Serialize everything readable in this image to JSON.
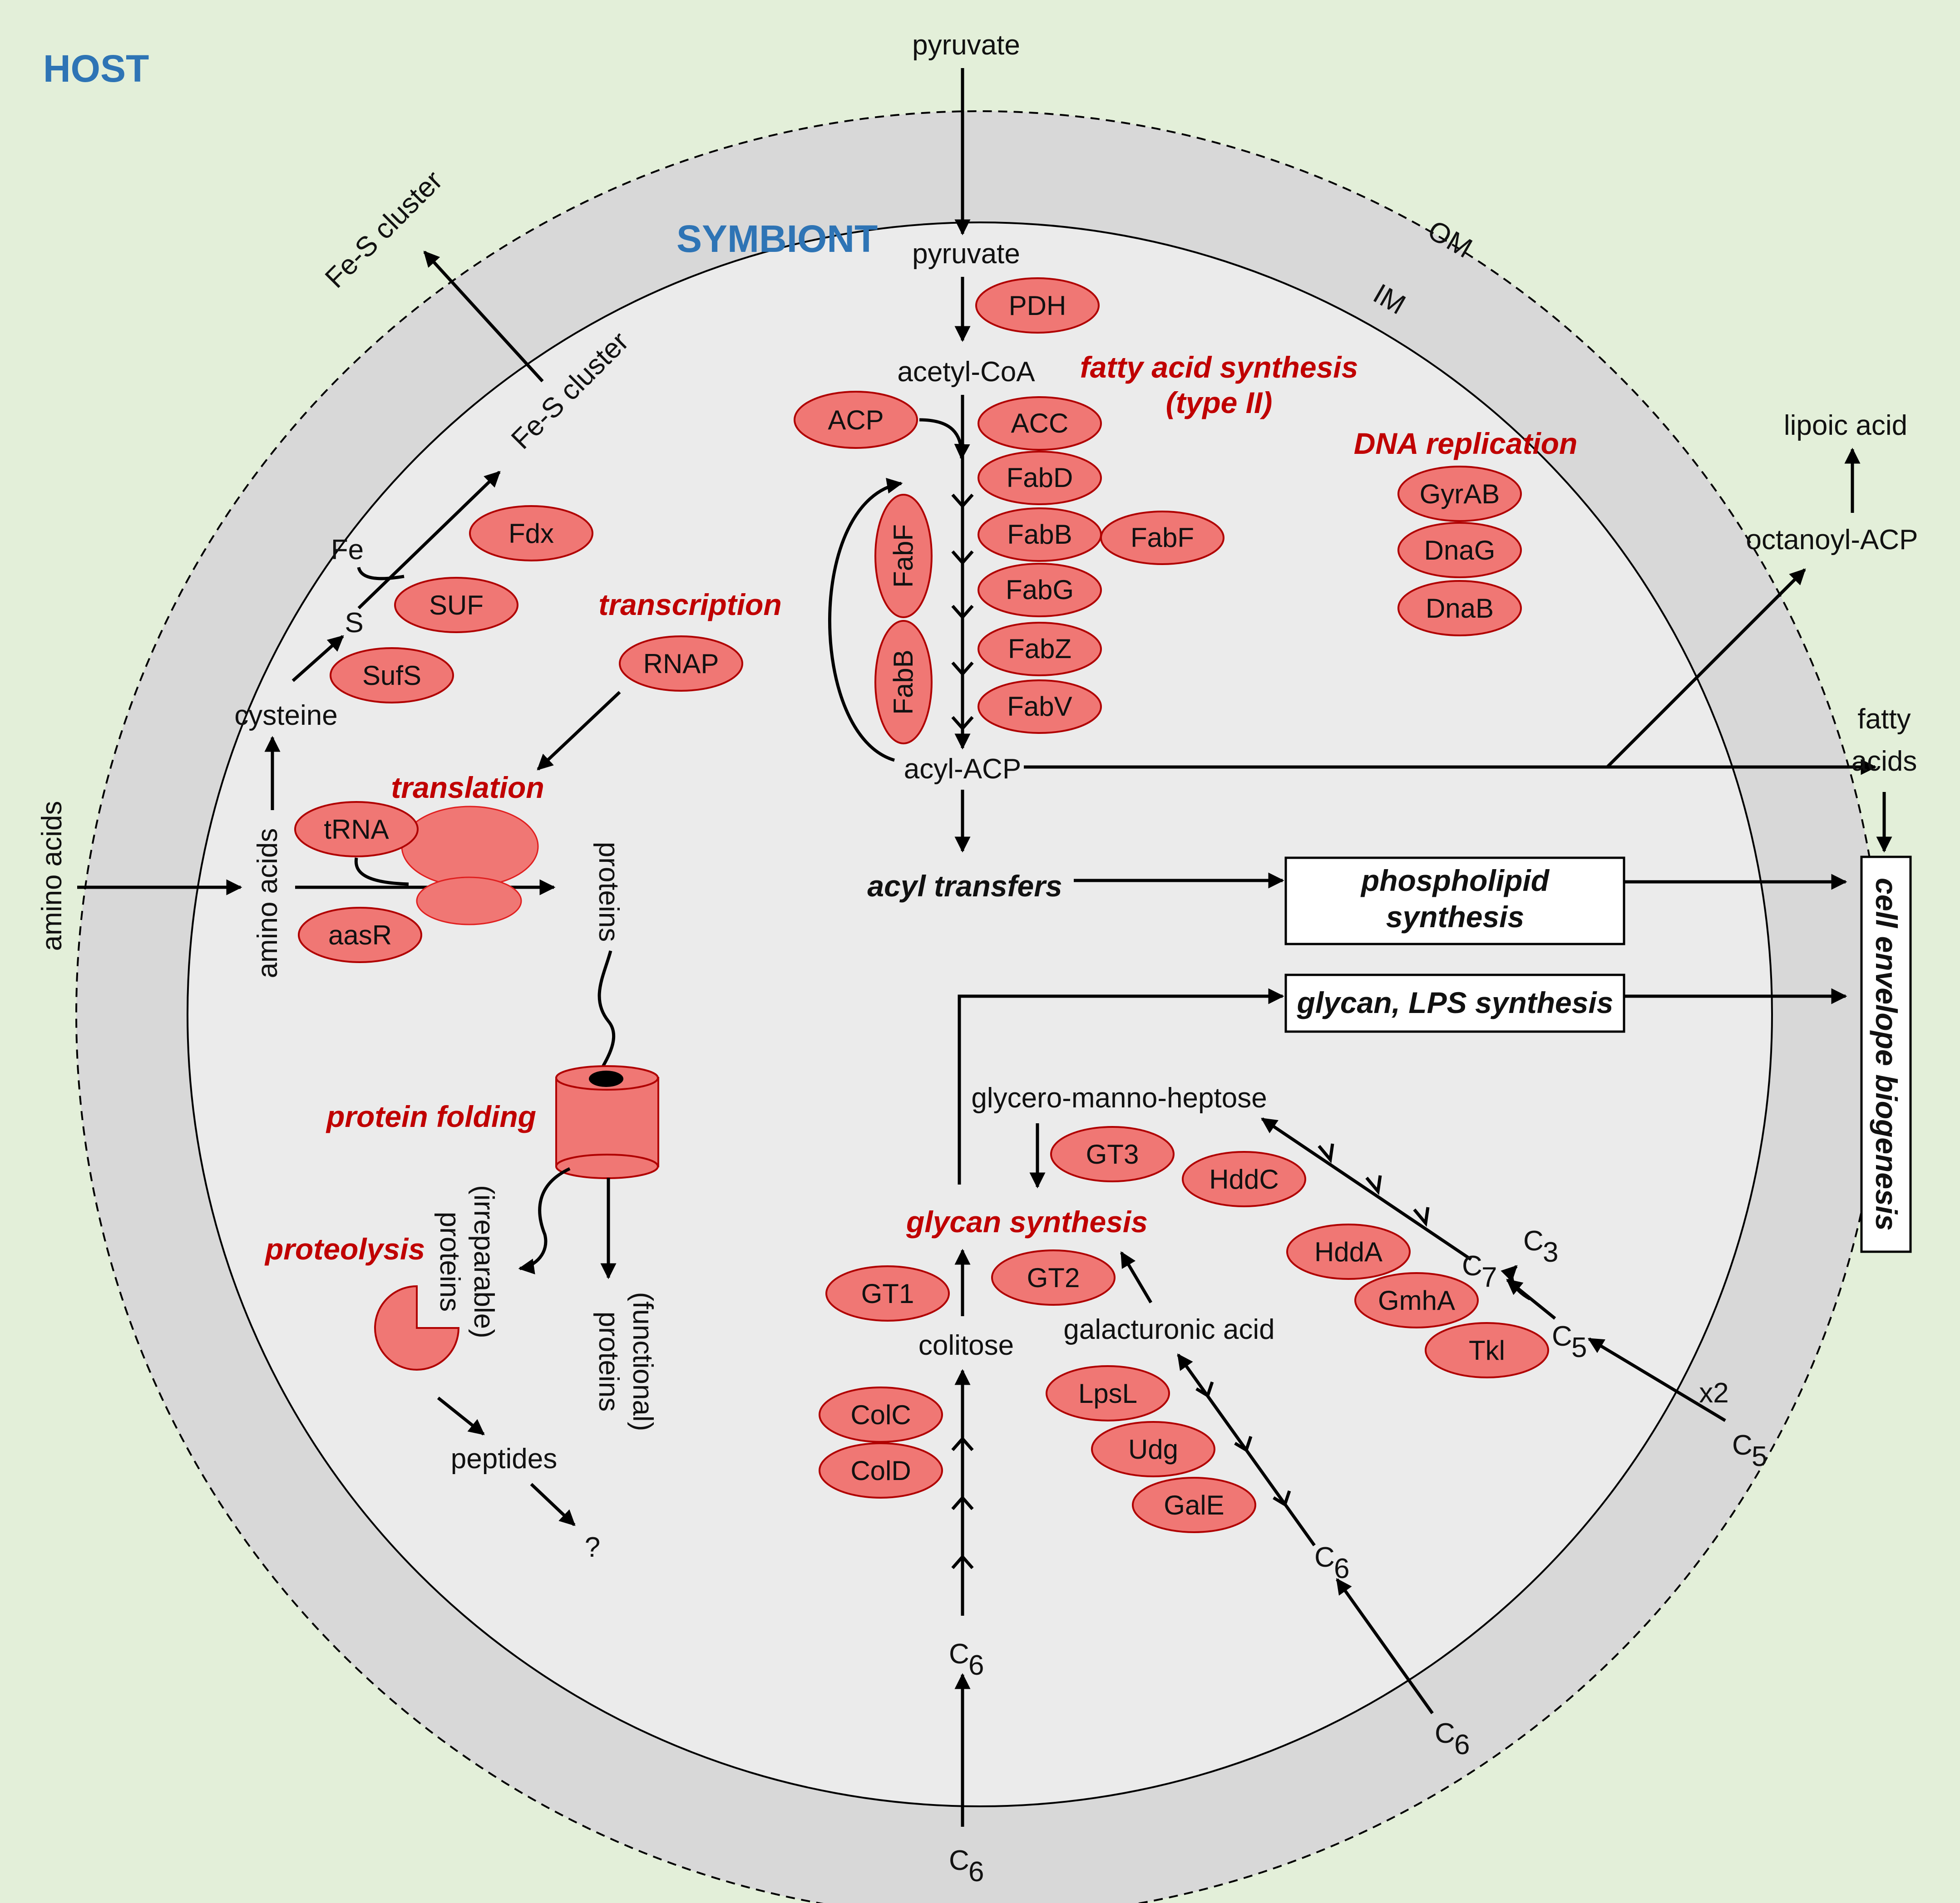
{
  "zones": {
    "host": "HOST",
    "symbiont": "SYMBIONT",
    "om": "OM",
    "im": "IM"
  },
  "processes": {
    "fatty_acid_synthesis": "fatty acid synthesis",
    "type_ii": "(type II)",
    "dna_replication": "DNA replication",
    "transcription": "transcription",
    "translation": "translation",
    "protein_folding": "protein folding",
    "proteolysis": "proteolysis",
    "glycan_synthesis": "glycan synthesis"
  },
  "boxes": {
    "phospholipid_1": "phospholipid",
    "phospholipid_2": "synthesis",
    "glycan_lps": "glycan, LPS synthesis",
    "cell_envelope": "cell envelope biogenesis"
  },
  "metabolites": {
    "pyruvate_host": "pyruvate",
    "pyruvate": "pyruvate",
    "acetyl_coa": "acetyl-CoA",
    "acyl_acp": "acyl-ACP",
    "acyl_transfers": "acyl transfers",
    "lipoic_acid": "lipoic acid",
    "octanoyl_acp": "octanoyl-ACP",
    "fatty_1": "fatty",
    "fatty_2": "acids",
    "fes_host": "Fe-S cluster",
    "fes": "Fe-S cluster",
    "fe": "Fe",
    "s": "S",
    "cysteine": "cysteine",
    "amino_acids_host": "amino acids",
    "amino_acids": "amino acids",
    "proteins": "proteins",
    "proteins_irrep_1": "proteins",
    "proteins_irrep_2": "(irreparable)",
    "proteins_func_1": "proteins",
    "proteins_func_2": "(functional)",
    "peptides": "peptides",
    "question": "?",
    "glycero_manno_heptose": "glycero-manno-heptose",
    "colitose": "colitose",
    "galacturonic_acid": "galacturonic acid",
    "c_letter": "C",
    "c3_sub": "3",
    "c5_sub": "5",
    "c6_sub": "6",
    "c7_sub": "7",
    "x2": "x2"
  },
  "enzymes": {
    "pdh": "PDH",
    "acp": "ACP",
    "acc": "ACC",
    "fabd": "FabD",
    "fabb": "FabB",
    "fabf_right": "FabF",
    "fabg": "FabG",
    "fabz": "FabZ",
    "fabv": "FabV",
    "fabf_loop": "FabF",
    "fabb_loop": "FabB",
    "gyrab": "GyrAB",
    "dnag": "DnaG",
    "dnab": "DnaB",
    "fdx": "Fdx",
    "suf": "SUF",
    "sufs": "SufS",
    "rnap": "RNAP",
    "trna": "tRNA",
    "aasr": "aasR",
    "gt1": "GT1",
    "gt2": "GT2",
    "gt3": "GT3",
    "hddc": "HddC",
    "hdda": "HddA",
    "gmha": "GmhA",
    "tkl": "Tkl",
    "colc": "ColC",
    "cold": "ColD",
    "lpsl": "LpsL",
    "udg": "Udg",
    "gale": "GalE"
  },
  "colors": {
    "host_bg": "#e3efd9",
    "envelope": "#d8d8d8",
    "cytoplasm": "#ebebeb",
    "enzyme_fill": "#f07774",
    "enzyme_stroke": "#b00000",
    "process_text": "#c00000",
    "zone_text": "#2e74b5"
  }
}
